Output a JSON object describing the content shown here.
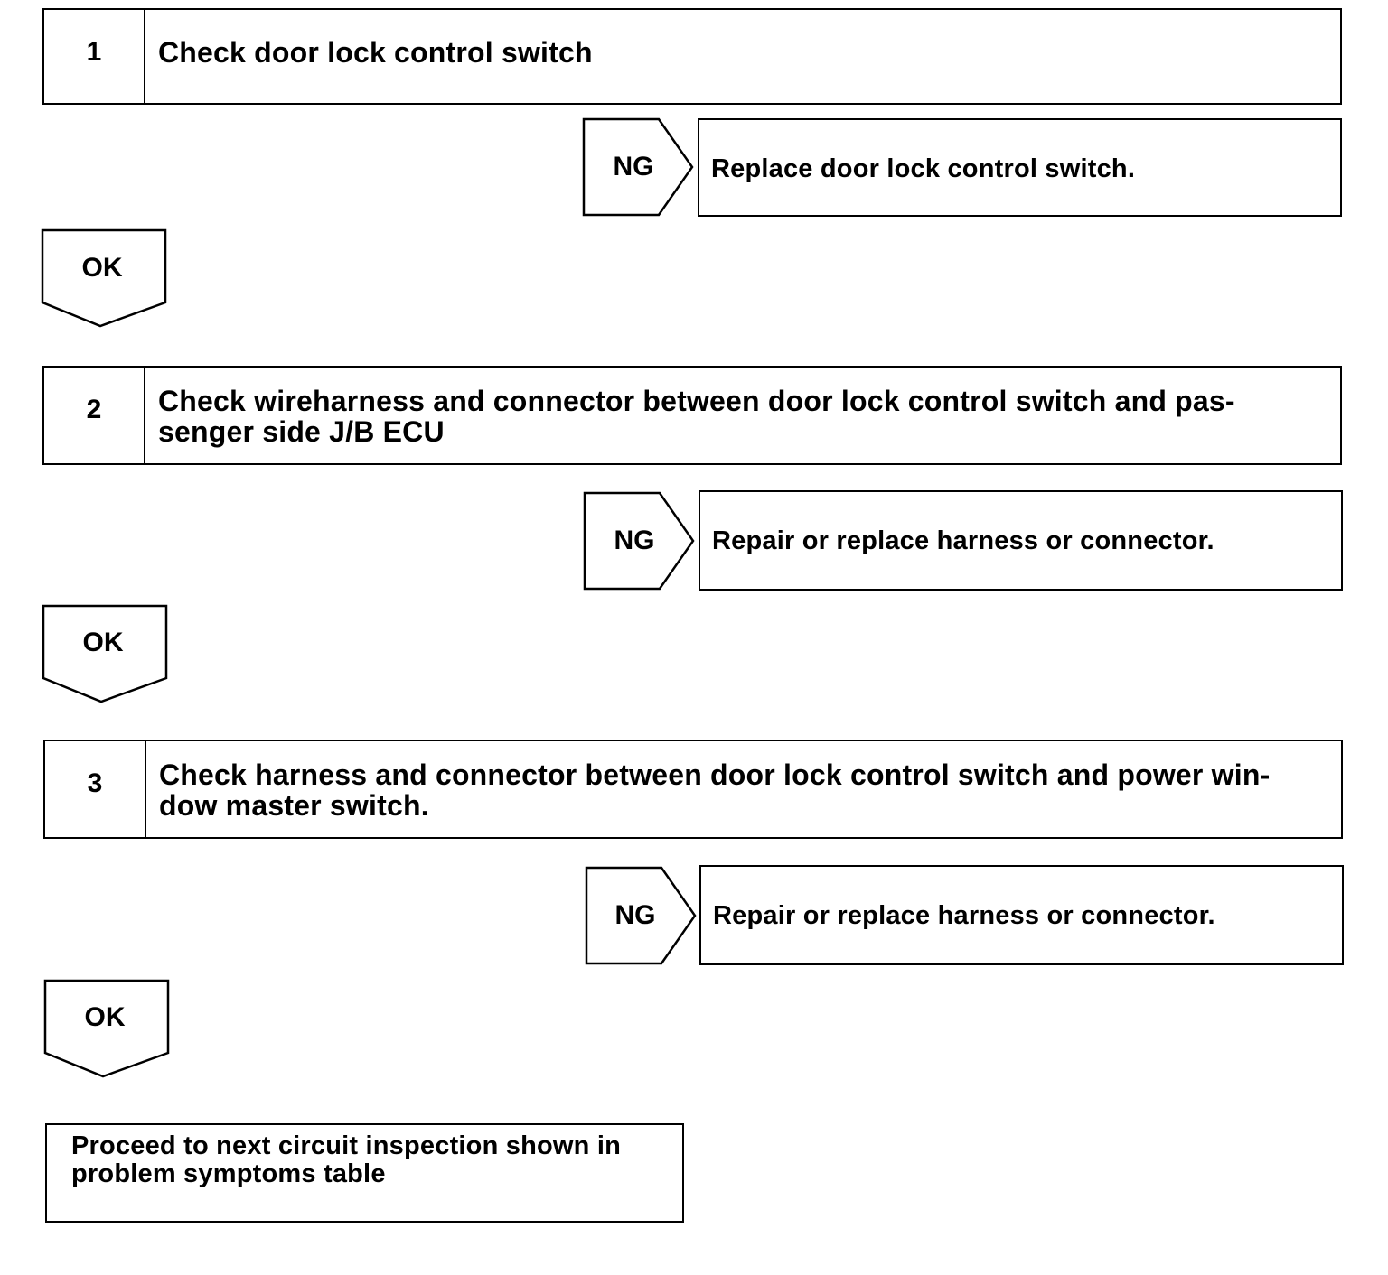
{
  "steps": [
    {
      "number": "1",
      "text": "Check door lock control switch"
    },
    {
      "number": "2",
      "text_line1": "Check wireharness and connector between door lock control switch and pas-",
      "text_line2": "senger side J/B ECU"
    },
    {
      "number": "3",
      "text_line1": "Check harness and connector between door lock control switch and power win-",
      "text_line2": "dow master switch."
    }
  ],
  "ng_label": "NG",
  "ok_label": "OK",
  "ng_results": [
    "Replace door lock control switch.",
    "Repair or replace harness or connector.",
    "Repair or replace harness or connector."
  ],
  "final": {
    "line1": "Proceed to next circuit inspection shown in",
    "line2": "problem symptoms table"
  }
}
